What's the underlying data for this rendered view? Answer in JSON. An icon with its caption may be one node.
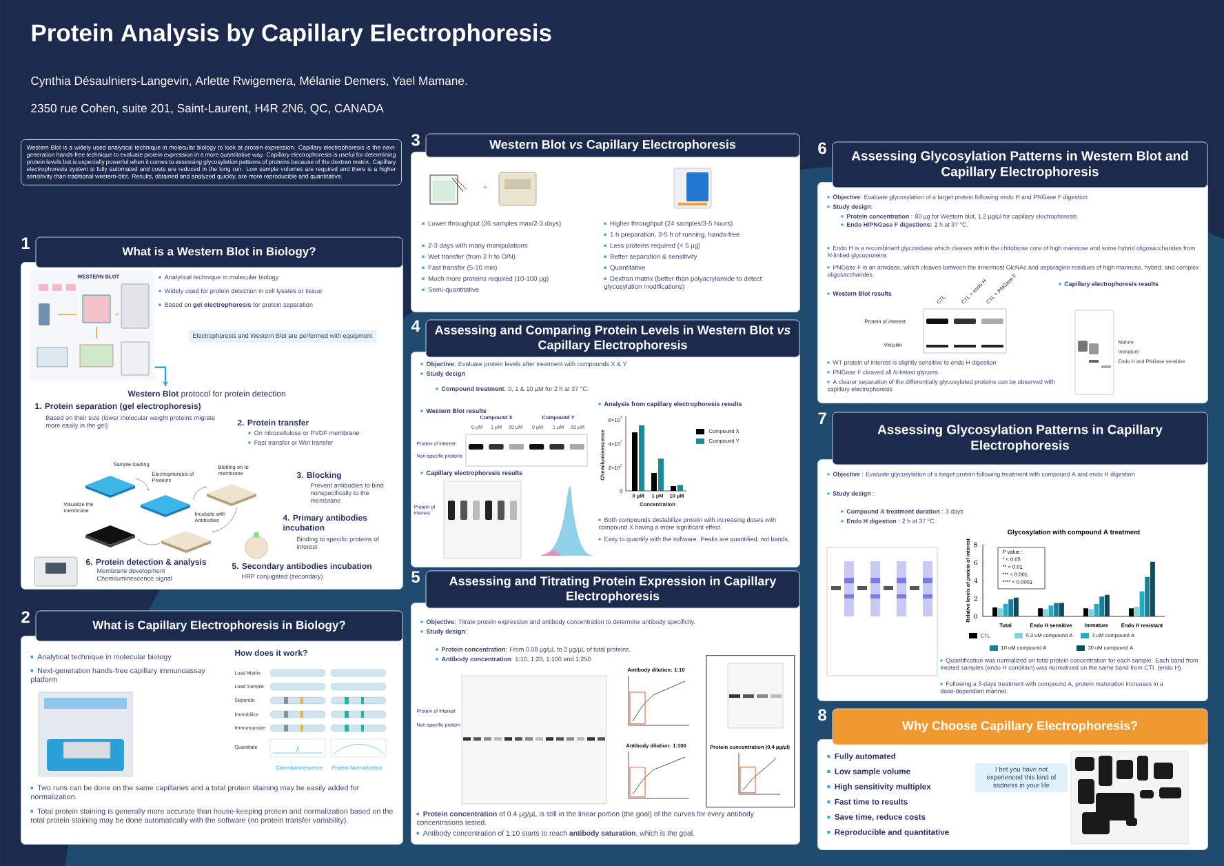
{
  "diagram": {
    "title": "Protein Analysis by Capillary Electrophoresis",
    "nodes": [
      {
        "text": [
          "Western Blot is a widely used analytical technique in molecular biology to look at protein expression. Capillary electrophoresis is the next-generation hands-free technique to evaluate protein expression in a more quantitative way. Capillary electrophoresis is useful for determining protein levels but is especially powerful when it comes to assessing glycosylation patterns of proteins because of the dextran matrix. Capillary electrophoresis system is fully automated and costs are reduced in the long run. Low sample volumes are required and there is a higher sensitivity than traditional western-blot. Results, obtained and analyzed quickly, are more reproducible and quantitative."
        ]
      },
      {
        "text": [
          "What is a Western Blot in Biology?",
          "Analytical technique in molecular biology",
          "Widely used for protein detection in cell lysates or tissue",
          "Based on **gel electrophoresis** for protein separation",
          "1. Protein separation (gel electrophoresis)",
          "Based on their size (lower molecular weight proteins migrate more easily in the gel)",
          "2. Protein transfer",
          "On nitrocellulose or PVDF membrane",
          "Fast transfer or Wet transfer",
          "3. Blocking",
          "Prevent antibodies to bind nonspecifically to the membrane",
          "4. Primary antibodies incubation",
          "Binding to specific proteins of interest",
          "5. Secondary antibodies incubation",
          "HRP conjugated (secondary)",
          "6. Protein detection & analysis",
          "Membrane development Chemiluminescence signal"
        ],
        "beside": [
          "1"
        ]
      },
      {
        "text": [
          "Electrophoresis and Western Blot are performed with equipment"
        ],
        "in": 1
      },
      {
        "text": [
          "**Western Blot** protocol for protein detection"
        ],
        "in": 1
      },
      {
        "text": [],
        "shape": "picture",
        "in": 1
      },
      {
        "text": [],
        "shape": "picture",
        "in": 1
      },
      {
        "text": [],
        "shape": "picture",
        "in": 1
      },
      {
        "text": [
          "What is Capillary Electrophoresis in Biology?",
          "Analytical technique in molecular biology",
          "Next-generation hands-free capillary immunoassay platform",
          "How does it work?",
          "Two runs can be done on the same capillaries and a total protein staining may be easily added for normalization.",
          "Total protein staining is generally more accurate than house-keeping protein and normalization based on the total protein staining may be done automatically with the software (no protein transfer variability)."
        ],
        "beside": [
          "2"
        ]
      },
      {
        "text": [],
        "shape": "picture",
        "in": 7
      },
      {
        "text": [],
        "shape": "picture",
        "in": 7,
        "beside": [
          "Load Matrix",
          "Load Sample",
          "Separate",
          "Immobilize",
          "Immunoprobe",
          "Quantitate",
          "Chemiluminescence",
          "Protein Normalization"
        ]
      },
      {
        "text": [
          "Western Blot *vs* Capillary Electrophoresis",
          "Lower throughput (26 samples max/2-3 days)",
          "2-3 days with many manipulations",
          "Wet transfer (from 2 h to O/N)",
          "Fast transfer (5-10 min)",
          "Much more proteins required (10-100 µg)",
          "Semi-quantitative",
          "Higher throughput (24 samples/3-5 hours)",
          "1 h preparation, 3-5 h of running, hands-free",
          "Less proteins required (< 5 µg)",
          "Better separation & sensitivity",
          "Quantitative",
          "Dextran matrix (better than polyacrylamide to detect glycosylation modifications)"
        ],
        "beside": [
          "3"
        ]
      },
      {
        "text": [],
        "shape": "picture",
        "in": 10
      },
      {
        "text": [],
        "shape": "picture",
        "in": 10
      },
      {
        "text": [],
        "shape": "picture",
        "in": 10
      },
      {
        "text": [
          "Assessing and Comparing Protein Levels in Western Blot *vs* Capillary Electrophoresis",
          "**Objective**: Evaluate protein levels after treatment with compounds X & Y.",
          "**Study design**",
          "**Compound treatment**: 0, 1 & 10 µM for 2 h at 37 °C.",
          "Western Blot results",
          "Capillary electrophoresis results",
          "Analysis from capillary electrophoresis results",
          "Both compounds destabilize protein with increasing doses with compound X having a more significant effect.",
          "Easy to quantify with the software. Peaks are quantified, not bands."
        ],
        "beside": [
          "4"
        ]
      },
      {
        "text": [],
        "shape": "picture",
        "in": 14
      },
      {
        "text": [],
        "shape": "picture",
        "in": 14
      },
      {
        "text": [],
        "shape": "picture",
        "in": 14
      },
      {
        "text": [
          "Assessing and Titrating Protein Expression in Capillary Electrophoresis",
          "**Objective**: Titrate protein expression and antibody concentration to determine antibody specificity.",
          "**Study design**:",
          "**Protein concentration**: From 0.08 µg/µL to 2 µg/µL of total proteins.",
          "**Antibody concentration**: 1:10, 1:20, 1:100 and 1:250",
          "**Protein concentration** of 0.4 µg/µL is still in the linear portion (the goal) of the curves for every antibody concentrations tested.",
          "Antibody concentration of 1:10 starts to reach **antibody saturation**, which is the goal."
        ],
        "beside": [
          "5"
        ]
      },
      {
        "text": [],
        "shape": "picture",
        "in": 18
      },
      {
        "text": [],
        "shape": "picture",
        "in": 18
      },
      {
        "text": [],
        "shape": "picture",
        "in": 18
      },
      {
        "text": [],
        "shape": "box",
        "in": 18
      },
      {
        "text": [],
        "shape": "picture",
        "in": 22
      },
      {
        "text": [],
        "shape": "picture",
        "in": 22
      },
      {
        "text": [
          "Assessing Glycosylation Patterns in Western Blot and Capillary Electrophoresis",
          "**Objective**: Evaluate glycosylation of a target protein following endo H and PNGase F digestion",
          "**Study design**:",
          "**Protein concentration** : 80 µg for Western blot, 1.2 µg/µl for capillary electrophoresis",
          "**Endo H/PNGase F digestions:** 2 h at 37 °C.",
          "Endo H is a recombinant glycosidase which cleaves within the chitobiose core of high mannose and some hybrid oligosaccharides from *N*-linked glycoproteins",
          "PNGase F is an amidase, which cleaves between the innermost GlcNAc and asparagine residues of high mannose, hybrid, and complex oligosaccharides.",
          "Western Blot results",
          "Capillary electrophoresis results",
          "WT protein of interest is slightly sensitive to endo H digestion",
          "PNGase F cleaved all *N*-linked glycans.",
          "A clearer separation of the differentially glycosylated proteins can be observed with capillary electrophoresis"
        ],
        "beside": [
          "6"
        ]
      },
      {
        "text": [],
        "shape": "picture",
        "in": 25
      },
      {
        "text": [],
        "shape": "picture",
        "in": 25
      },
      {
        "text": [
          "Assessing Glycosylation Patterns in Capillary Electrophoresis",
          "**Objective** : Evaluate glycosylation of a target protein following treatment with compound A and endo H digestion",
          "**Study design** :",
          "**Compound A treatment duration** : 3 days",
          "**Endo H digestion** : 2 h at 37 °C.",
          "Quantification was normalized on total protein concentration for each sample. Each band from treated samples (endo H condition) was normalized on the same band from CTL (endo H).",
          "Following a 3-days treatment with compound A, protein maturation increases in a dose-dependent manner."
        ],
        "beside": [
          "7"
        ]
      },
      {
        "text": [],
        "shape": "picture",
        "in": 28
      },
      {
        "text": [
          "Why Choose Capillary Electrophoresis?",
          "Fully automated",
          "Low sample volume",
          "High sensitivity multiplex",
          "Fast time to results",
          "Save time, reduce costs",
          "Reproducible and quantitative"
        ],
        "beside": [
          "8"
        ]
      },
      {
        "text": [
          "I bet you have not experienced this kind of sadness in your life"
        ],
        "in": 30
      },
      {
        "text": [],
        "shape": "picture",
        "in": 30
      }
    ],
    "edges": [
      {
        "from": 4,
        "to": 3,
        "arrow": "to"
      }
    ],
    "labels": [
      "Cynthia Désaulniers-Langevin, Arlette Rwigemera, Mélanie Demers, Yael Mamane.",
      "2350 rue Cohen, suite 201, Saint-Laurent, H4R 2N6, QC, CANADA",
      "WESTERN BLOT",
      "Sample loading",
      "Electrophoresis of Proteins",
      "Blotting on to membrane",
      "Visualize the membrane",
      "Incubate with Antibodies",
      "+",
      "Compound X",
      "Compound Y",
      "0 µM",
      "1 µM",
      "10 µM",
      "0 µM",
      "1 µM",
      "10 µM",
      "Protein of interest",
      "Non specific proteins",
      "0",
      "2×10$^{7}$",
      "4×10$^{7}$",
      "6×10$^{7}$",
      "0 µM",
      "1 µM",
      "10 µM",
      "Concentration",
      "Chemiluminescence",
      "Protein of interest",
      "Antibody dilution: 1:10",
      "Antibody dilution: 1:100",
      "Protein concentration (0.4 µg/µl)",
      "Protein of interest",
      "Non specific protein",
      "Protein of interest",
      "Vinculin",
      "CTL",
      "CTL + endo H",
      "CTL + PNGase F",
      "P value :",
      "* < 0.05",
      "** < 0.01",
      "*** < 0.001",
      "**** < 0.0001",
      "Mature",
      "Immature",
      "Endo H and PNGase sensitive"
    ],
    "legend": [
      {
        "text": "Compound X",
        "color": "#000000"
      },
      {
        "text": "Compound Y",
        "color": "#1b8a9c"
      }
    ],
    "chart_data": {
      "type": "bar",
      "title": "Glycosylation with compound A treatment",
      "ylabel": "Relative levels of protein of interest",
      "categories": [
        "Total",
        "Endo H sensitive",
        "Immature",
        "Endo H resistant"
      ],
      "series": [
        {
          "name": "CTL",
          "color": "#000000",
          "values": [
            1.0,
            0.9,
            0.9,
            0.9
          ]
        },
        {
          "name": "0.3 uM compound A",
          "color": "#7fd3d9",
          "values": [
            0.9,
            0.8,
            0.8,
            1.1
          ]
        },
        {
          "name": "3 uM compound A",
          "color": "#29a9c4",
          "values": [
            1.4,
            1.2,
            1.4,
            2.8
          ]
        },
        {
          "name": "10 uM compound A",
          "color": "#17809b",
          "values": [
            1.9,
            1.5,
            2.2,
            4.4
          ]
        },
        {
          "name": "30 uM compound A",
          "color": "#0b4d62",
          "values": [
            2.1,
            1.5,
            2.4,
            6.1
          ]
        }
      ],
      "ylim": [
        0,
        8
      ],
      "yticks": [
        0,
        2,
        4,
        6,
        8
      ],
      "legend": "bottom"
    }
  }
}
